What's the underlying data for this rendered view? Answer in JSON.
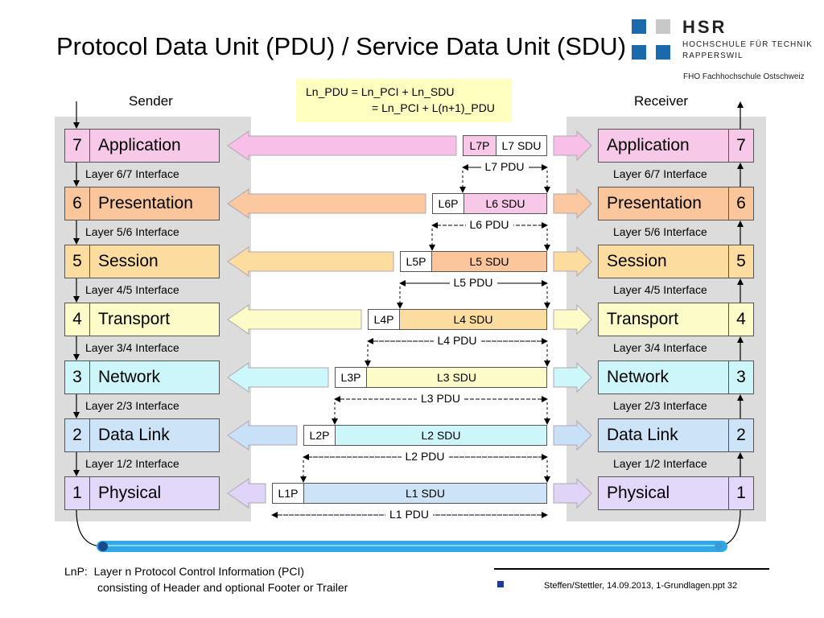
{
  "title": "Protocol Data Unit (PDU) / Service Data Unit (SDU)",
  "logo": {
    "name": "HSR",
    "line1": "HOCHSCHULE FÜR TECHNIK",
    "line2": "RAPPERSWIL",
    "subline": "FHO Fachhochschule Ostschweiz",
    "color": "#1a6aad"
  },
  "formula": {
    "line1": "Ln_PDU = Ln_PCI + Ln_SDU",
    "line2": "= Ln_PCI + L(n+1)_PDU"
  },
  "sender_label": "Sender",
  "receiver_label": "Receiver",
  "layers": [
    {
      "num": "7",
      "name": "Application",
      "pci": "L7P",
      "sdu": "L7 SDU",
      "pdu": "L7 PDU",
      "color": "#f8c8e8",
      "arrow": "#f8c0e8"
    },
    {
      "num": "6",
      "name": "Presentation",
      "pci": "L6P",
      "sdu": "L6 SDU",
      "pdu": "L6 PDU",
      "color": "#fbc69c",
      "arrow": "#fbc8a0"
    },
    {
      "num": "5",
      "name": "Session",
      "pci": "L5P",
      "sdu": "L5 SDU",
      "pdu": "L5 PDU",
      "color": "#fddca0",
      "arrow": "#fddca0"
    },
    {
      "num": "4",
      "name": "Transport",
      "pci": "L4P",
      "sdu": "L4 SDU",
      "pdu": "L4 PDU",
      "color": "#fdfcc8",
      "arrow": "#fdfcc8"
    },
    {
      "num": "3",
      "name": "Network",
      "pci": "L3P",
      "sdu": "L3 SDU",
      "pdu": "L3 PDU",
      "color": "#ccf6fa",
      "arrow": "#ccf8fc"
    },
    {
      "num": "2",
      "name": "Data Link",
      "pci": "L2P",
      "sdu": "L2 SDU",
      "pdu": "L2 PDU",
      "color": "#cde4f8",
      "arrow": "#c8e0f8"
    },
    {
      "num": "1",
      "name": "Physical",
      "pci": "L1P",
      "sdu": "L1 SDU",
      "pdu": "L1 PDU",
      "color": "#e4d8fa",
      "arrow": "#e0d4f8"
    }
  ],
  "interfaces": [
    "Layer 6/7 Interface",
    "Layer 5/6 Interface",
    "Layer 4/5 Interface",
    "Layer 3/4 Interface",
    "Layer 2/3 Interface",
    "Layer 1/2 Interface"
  ],
  "medium_color": "#2fa8e8",
  "footer": {
    "note_line1": "LnP:  Layer n Protocol Control Information (PCI)",
    "note_line2": "consisting of Header and optional Footer or Trailer",
    "source": "Steffen/Stettler, 14.09.2013, 1-Grundlagen.ppt 32"
  }
}
